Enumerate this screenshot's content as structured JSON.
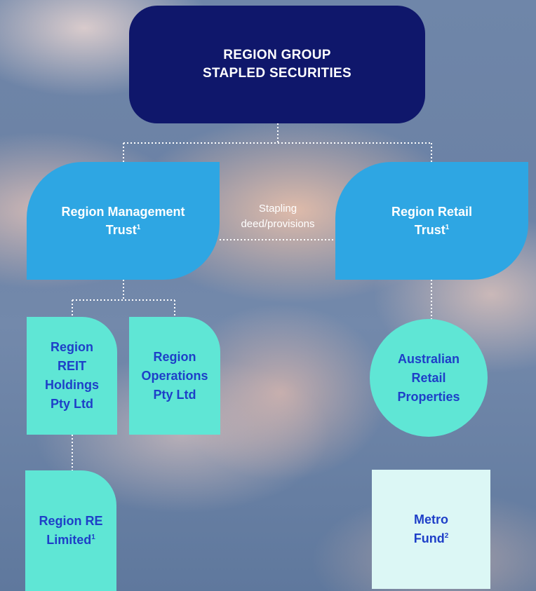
{
  "top": {
    "line1": "REGION GROUP",
    "line2": "STAPLED SECURITIES"
  },
  "management_trust": {
    "line1": "Region Management",
    "line2": "Trust",
    "note": "1"
  },
  "retail_trust": {
    "line1": "Region Retail",
    "line2": "Trust",
    "note": "1"
  },
  "stapling": {
    "line1": "Stapling",
    "line2": "deed/provisions"
  },
  "reit_holdings": {
    "line1": "Region",
    "line2": "REIT",
    "line3": "Holdings",
    "line4": "Pty Ltd"
  },
  "operations": {
    "line1": "Region",
    "line2": "Operations",
    "line3": "Pty Ltd"
  },
  "re_limited": {
    "line1": "Region RE",
    "line2": "Limited",
    "note": "1"
  },
  "australian_retail": {
    "line1": "Australian",
    "line2": "Retail",
    "line3": "Properties"
  },
  "metro_fund": {
    "line1": "Metro",
    "line2": "Fund",
    "note": "2"
  },
  "colors": {
    "top_box": "#0f176b",
    "trust_box": "#2ea6e3",
    "entity_box": "#5fe6d5",
    "metro_box": "#dcf7f5",
    "entity_text": "#1e3fc8",
    "connector": "#ffffff"
  }
}
